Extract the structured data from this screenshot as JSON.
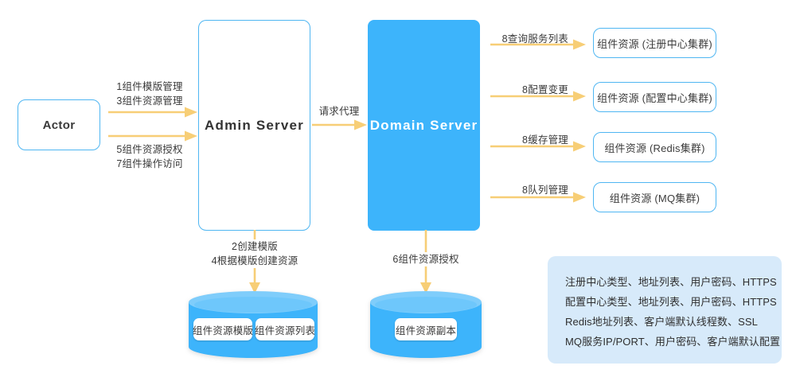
{
  "theme": {
    "arrow_color": "#F7CE76",
    "node_blue": "#3DB4FB",
    "node_border": "#4FB6F2",
    "cylinder_top": "#7FCDFB",
    "legend_bg": "#D7EAFA",
    "text_color": "#333333"
  },
  "nodes": {
    "actor": {
      "label": "Actor"
    },
    "admin_server": {
      "label": "Admin  Server"
    },
    "domain_server": {
      "label": "Domain  Server"
    }
  },
  "flows": {
    "actor_to_admin_top": {
      "line1": "1组件模版管理",
      "line2": "3组件资源管理"
    },
    "actor_to_admin_bottom": {
      "line1": "5组件资源授权",
      "line2": "7组件操作访问"
    },
    "admin_to_domain": {
      "label": "请求代理"
    },
    "admin_to_db": {
      "line1": "2创建模版",
      "line2": "4根据模版创建资源"
    },
    "domain_to_db": {
      "label": "6组件资源授权"
    }
  },
  "right_resources": [
    {
      "flow_label": "8查询服务列表",
      "box_label": "组件资源 (注册中心集群)"
    },
    {
      "flow_label": "8配置变更",
      "box_label": "组件资源 (配置中心集群)"
    },
    {
      "flow_label": "8缓存管理",
      "box_label": "组件资源 (Redis集群)"
    },
    {
      "flow_label": "8队列管理",
      "box_label": "组件资源 (MQ集群)"
    }
  ],
  "databases": {
    "admin_db": {
      "chips": [
        "组件资源模版",
        "组件资源列表"
      ]
    },
    "domain_db": {
      "chips": [
        "组件资源副本"
      ]
    }
  },
  "legend": {
    "lines": [
      "注册中心类型、地址列表、用户密码、HTTPS",
      "配置中心类型、地址列表、用户密码、HTTPS",
      "Redis地址列表、客户端默认线程数、SSL",
      "MQ服务IP/PORT、用户密码、客户端默认配置"
    ]
  }
}
